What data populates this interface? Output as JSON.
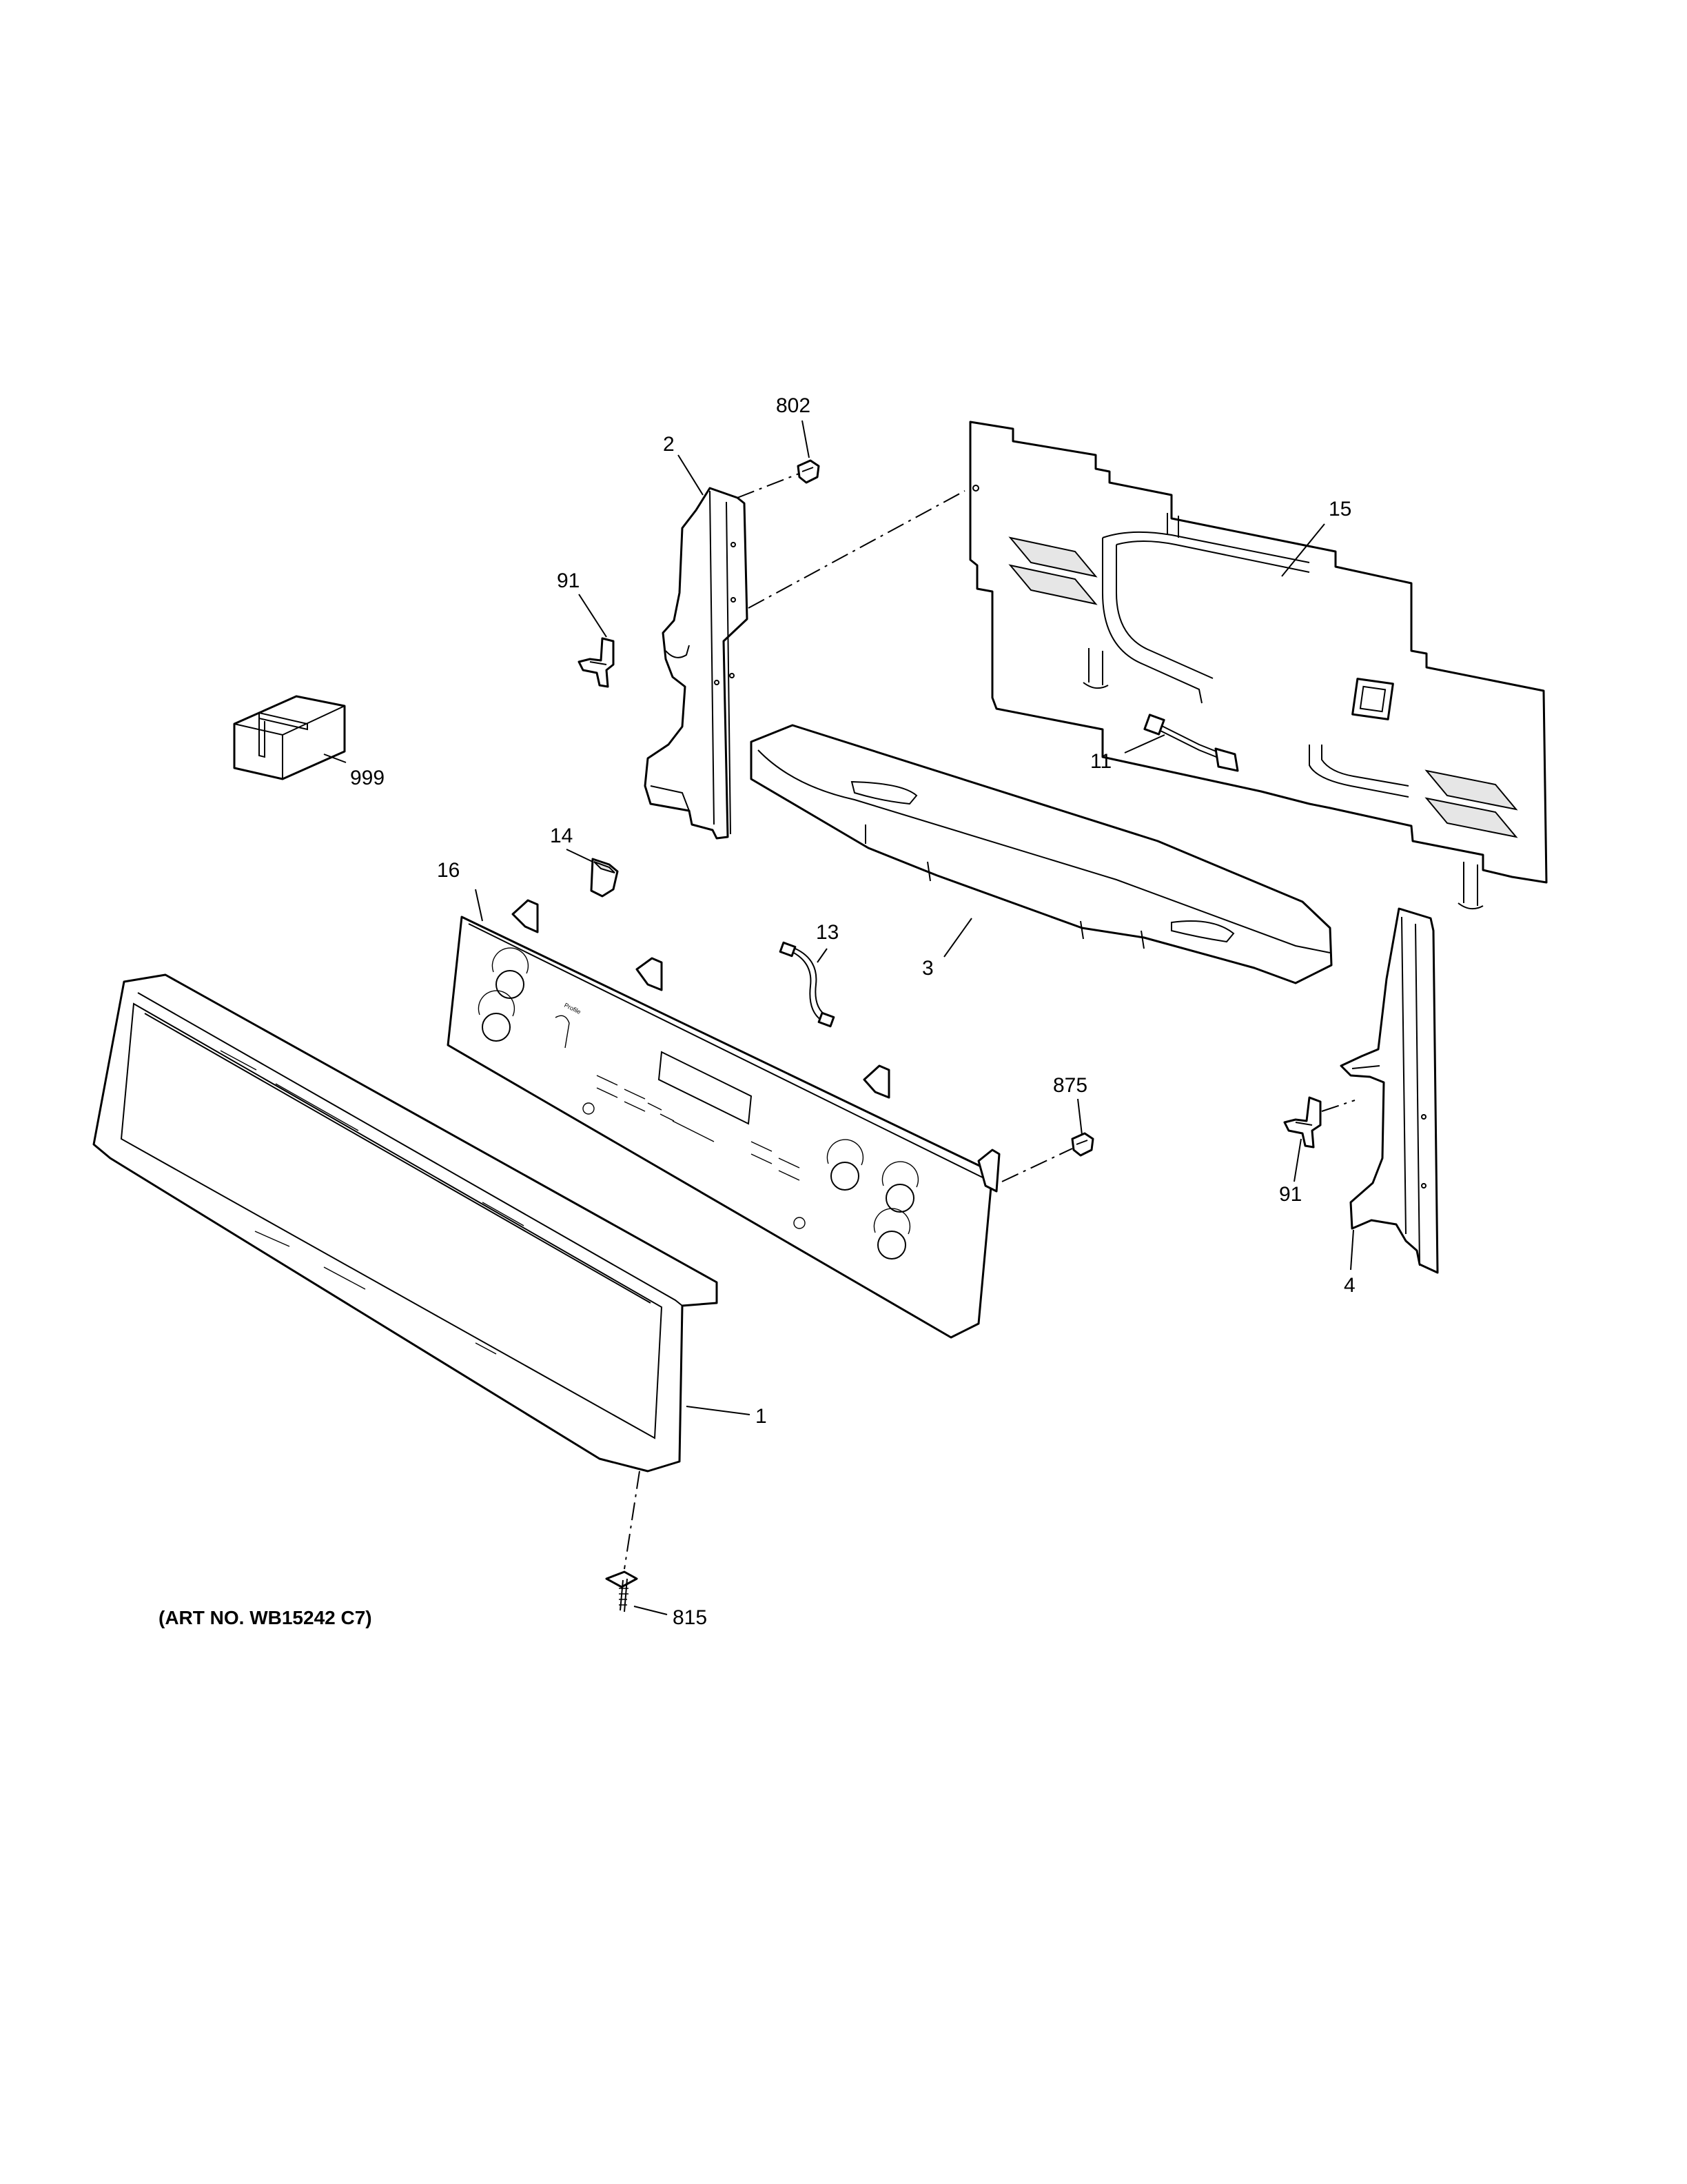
{
  "art_number": "(ART NO. WB15242 C7)",
  "callouts": [
    {
      "id": "802",
      "text": "802"
    },
    {
      "id": "2",
      "text": "2"
    },
    {
      "id": "15",
      "text": "15"
    },
    {
      "id": "91a",
      "text": "91"
    },
    {
      "id": "999",
      "text": "999"
    },
    {
      "id": "11",
      "text": "11"
    },
    {
      "id": "14",
      "text": "14"
    },
    {
      "id": "16",
      "text": "16"
    },
    {
      "id": "13",
      "text": "13"
    },
    {
      "id": "3",
      "text": "3"
    },
    {
      "id": "875",
      "text": "875"
    },
    {
      "id": "91b",
      "text": "91"
    },
    {
      "id": "4",
      "text": "4"
    },
    {
      "id": "1",
      "text": "1"
    },
    {
      "id": "815",
      "text": "815"
    }
  ],
  "panel_brand": "Profile"
}
